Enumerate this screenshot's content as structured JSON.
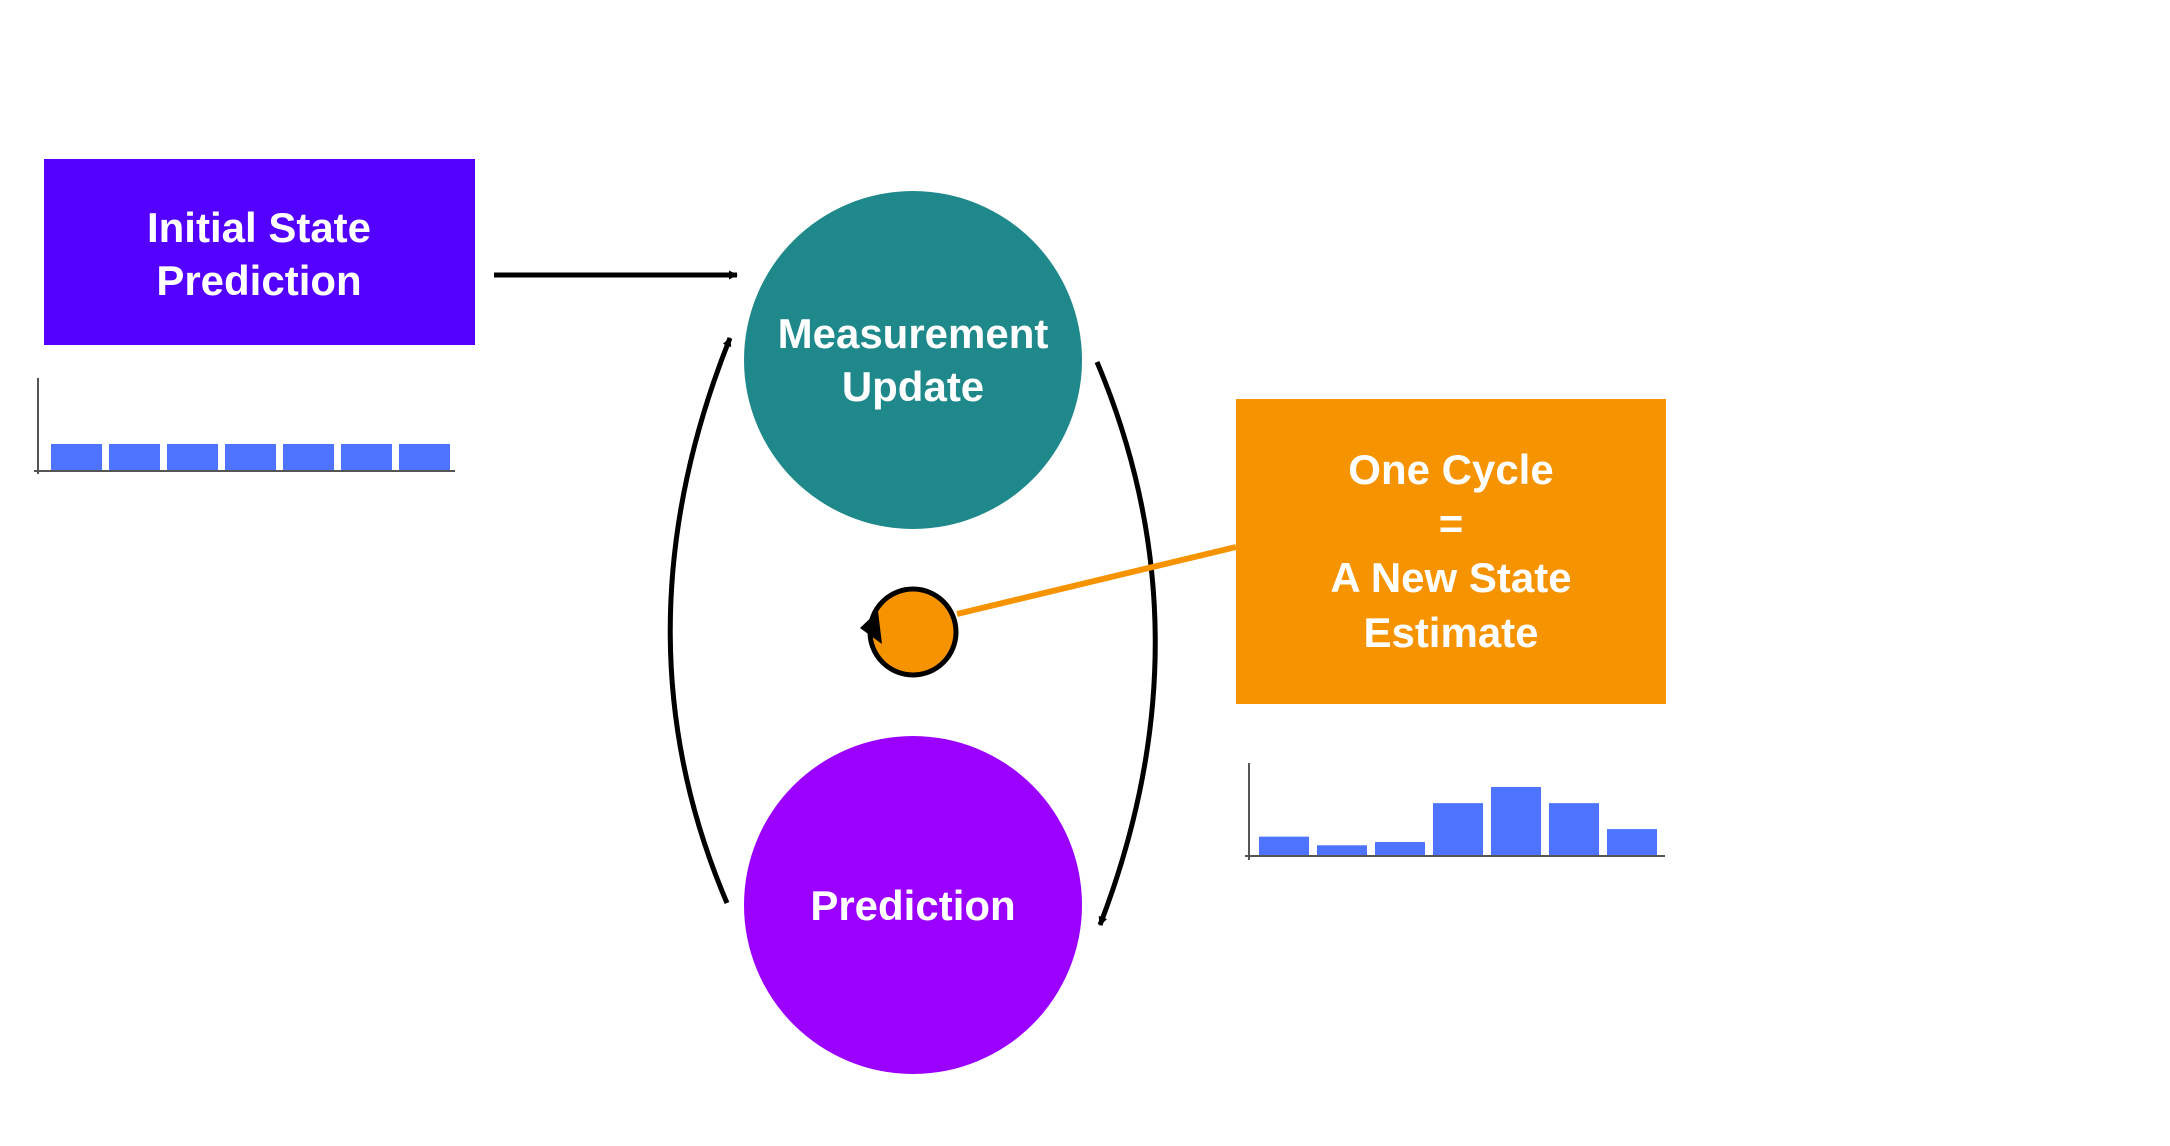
{
  "nodes": {
    "initial_state": {
      "line1": "Initial State",
      "line2": "Prediction",
      "color": "#5300FF"
    },
    "measurement_update": {
      "line1": "Measurement",
      "line2": "Update",
      "color": "#1F888A"
    },
    "prediction": {
      "label": "Prediction",
      "color": "#9B00FF"
    },
    "one_cycle": {
      "line1": "One Cycle",
      "line2": "=",
      "line3": "A New State",
      "line4": "Estimate",
      "color": "#F59300"
    }
  },
  "cycle_marker": {
    "icon": "cycle-icon",
    "color": "#F59300"
  },
  "histograms": {
    "initial": {
      "values": [
        1,
        1,
        1,
        1,
        1,
        1,
        1
      ],
      "color": "#4D73FF"
    },
    "estimate": {
      "values": [
        1.7,
        0.9,
        1.2,
        4.8,
        6.3,
        4.8,
        2.4
      ],
      "color": "#4D73FF"
    }
  },
  "colors": {
    "arrow": "#000000",
    "connector": "#F59300"
  }
}
